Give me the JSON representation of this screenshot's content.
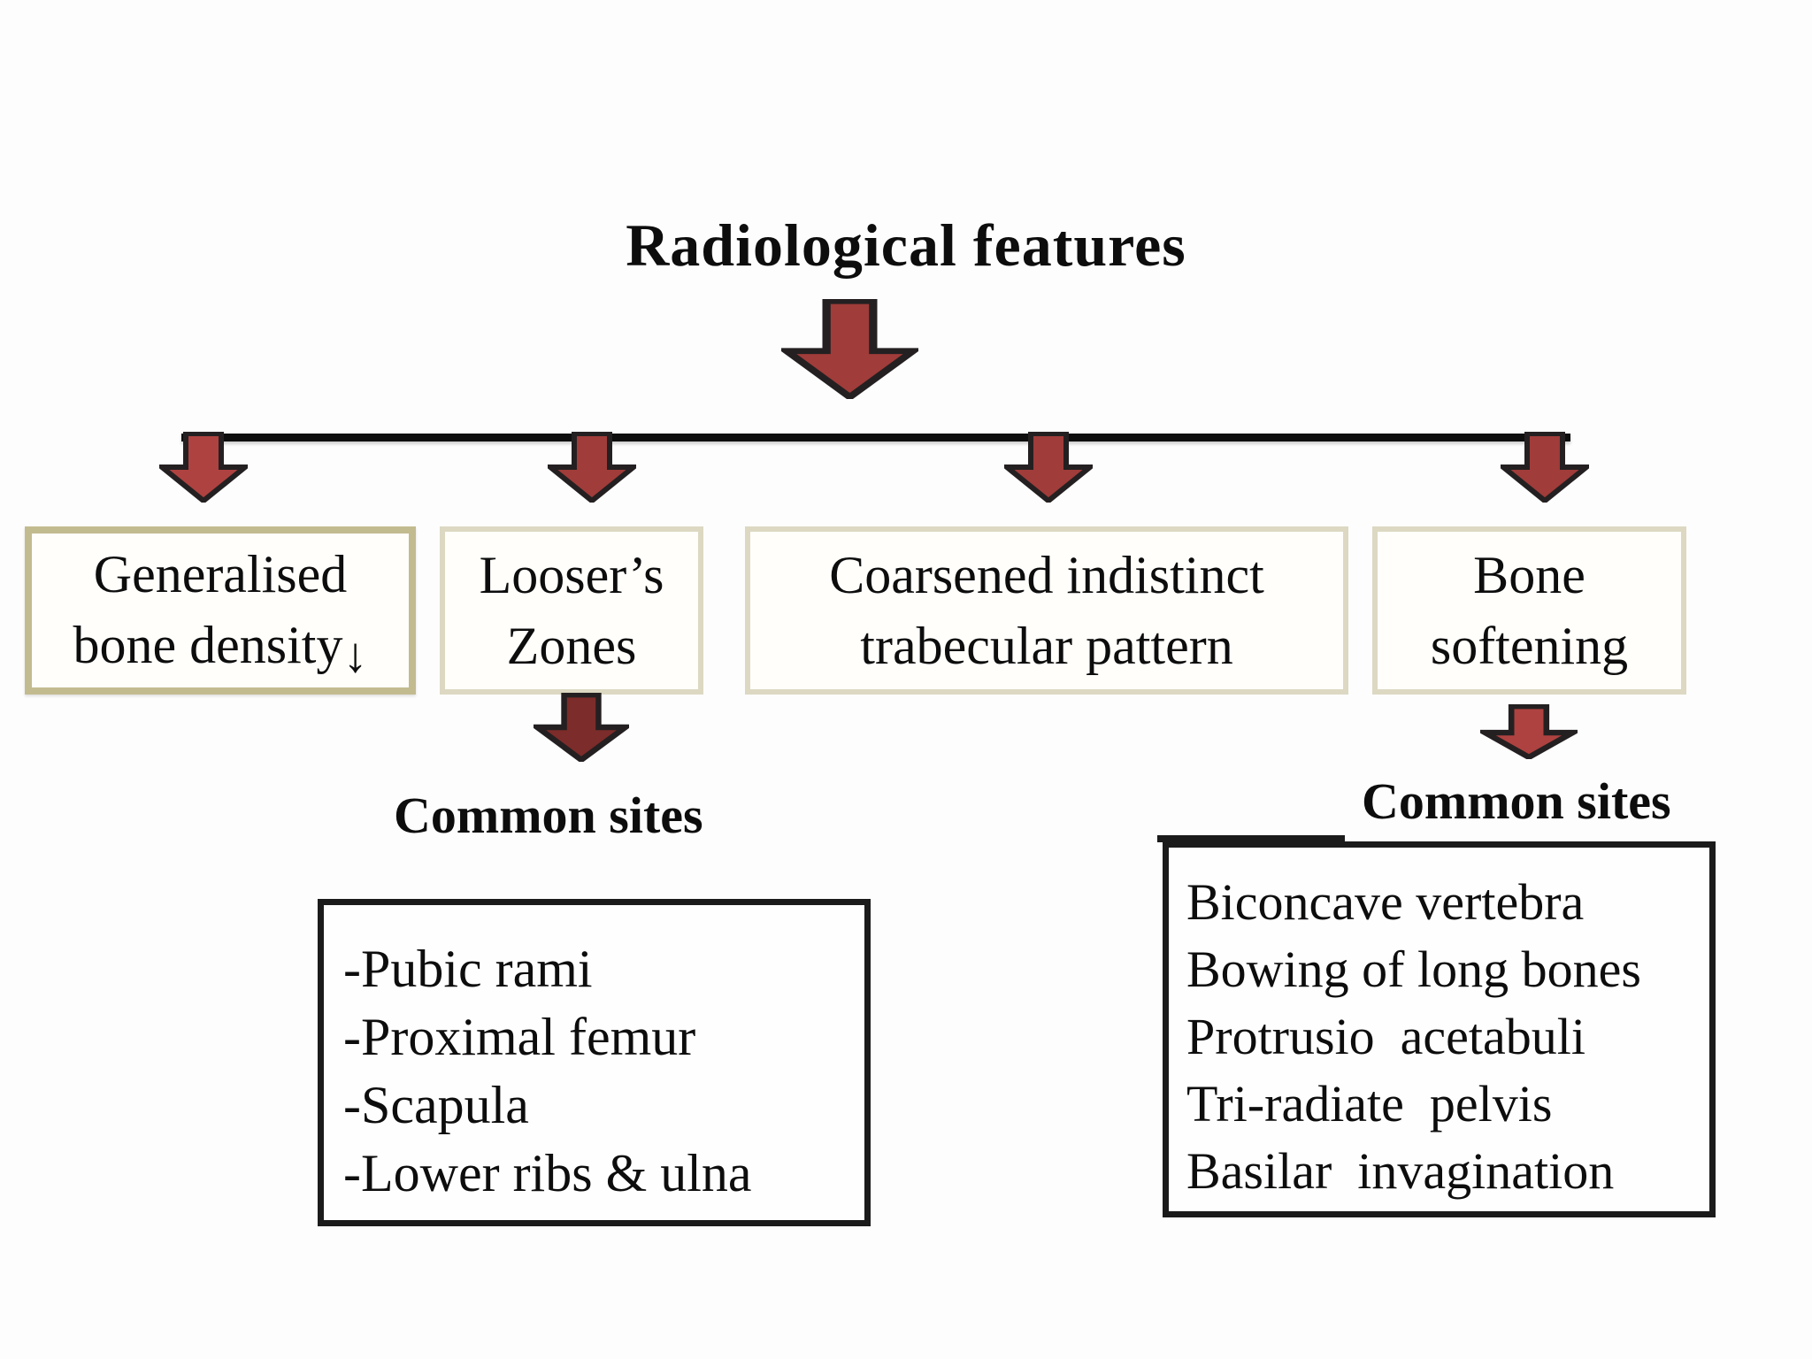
{
  "title": "Radiological features",
  "colors": {
    "background": "#fdfdfd",
    "text": "#0d0d0d",
    "line": "#0e0e0e",
    "arrow_fill": "#a03c3a",
    "arrow_fill_dark": "#7c2c2a",
    "arrow_fill_bright": "#ae4240",
    "arrow_outline": "#242021",
    "box1_border": "#c3bb90",
    "box_border": "#dcd8c2",
    "list_border": "#1b1b1b"
  },
  "icons": {
    "main_arrow": "down-arrow",
    "branch_arrows": "down-arrow",
    "density_arrow": "↓"
  },
  "feature_boxes": [
    {
      "id": "generalised-bone-density",
      "line1": "Generalised",
      "line2": "bone density"
    },
    {
      "id": "loosers-zones",
      "line1": "Looser’s",
      "line2": "Zones"
    },
    {
      "id": "coarsened-trabecular",
      "line1": "Coarsened indistinct",
      "line2": "trabecular pattern"
    },
    {
      "id": "bone-softening",
      "line1": "Bone",
      "line2": "softening"
    }
  ],
  "left_group": {
    "heading": "Common sites",
    "items": [
      "-Pubic rami",
      "-Proximal femur",
      "-Scapula",
      "-Lower ribs & ulna"
    ]
  },
  "right_group": {
    "heading": "Common sites",
    "items": [
      "Biconcave vertebra",
      "Bowing of long bones",
      "Protrusio  acetabuli",
      "Tri-radiate  pelvis",
      "Basilar  invagination"
    ]
  }
}
